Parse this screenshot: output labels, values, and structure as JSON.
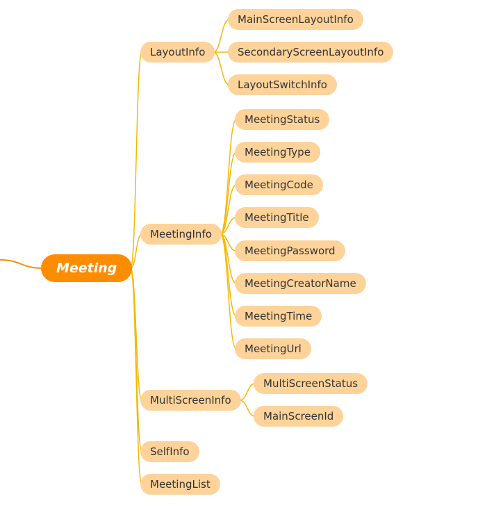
{
  "root": {
    "label": "Meeting"
  },
  "layout_info": {
    "label": "LayoutInfo",
    "children": [
      "MainScreenLayoutInfo",
      "SecondaryScreenLayoutInfo",
      "LayoutSwitchInfo"
    ]
  },
  "meeting_info": {
    "label": "MeetingInfo",
    "children": [
      "MeetingStatus",
      "MeetingType",
      "MeetingCode",
      "MeetingTitle",
      "MeetingPassword",
      "MeetingCreatorName",
      "MeetingTime",
      "MeetingUrl"
    ]
  },
  "multi_screen_info": {
    "label": "MultiScreenInfo",
    "children": [
      "MultiScreenStatus",
      "MainScreenId"
    ]
  },
  "self_info": {
    "label": "SelfInfo"
  },
  "meeting_list": {
    "label": "MeetingList"
  },
  "colors": {
    "root": "#fe8c00",
    "node": "#fdd39a",
    "connector": "#f5b800",
    "root_connector": "#fe8c00"
  }
}
